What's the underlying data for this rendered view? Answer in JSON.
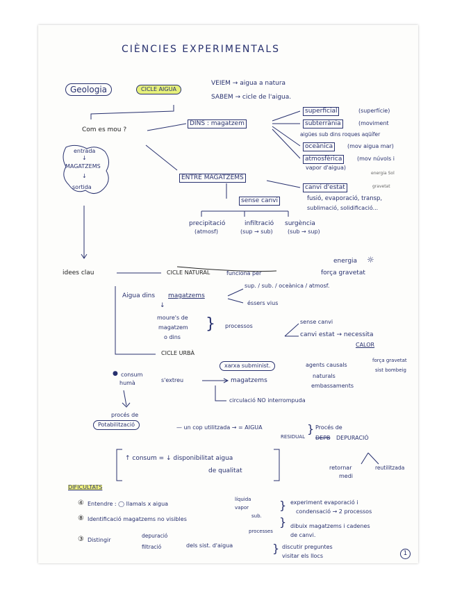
{
  "page": {
    "title": "CIÈNCIES EXPERIMENTALS",
    "geologia": "Geologia",
    "cicle_aigua": "CICLE AIGUA",
    "veiem": "VEIEM → aigua a natura",
    "sabem": "SABEM → cicle de l'aigua.",
    "com_es_mou": "Com es mou ?",
    "dins_magatzem": "DINS : magatzem",
    "superficial": "superficial",
    "superficial_note": "(superfície)",
    "subterrania": "subterrània",
    "subterrania_note": "(moviment",
    "subterrania_note2": "aigües sub dins roques aqüífer",
    "oceanica": "oceànica",
    "oceanica_note": "(mov aigua mar)",
    "atmosferica": "atmosfèrica",
    "atmosferica_note": "(mov núvols i",
    "atmosferica_note2": "vapor d'aigua)",
    "energia_sol_small": "energia Sol",
    "gravetat_small": "gravetat",
    "flow_items": [
      "entrada",
      "↓",
      "MAGATZEMS",
      "↓",
      "sortida"
    ],
    "entre_magatzems": "ENTRE MAGATZEMS",
    "canvi_estat": "canvi d'estat",
    "canvi_estat_list1": "fusió, evaporació, transp,",
    "canvi_estat_list2": "sublimació, solidificació...",
    "sense_canvi": "sense canvi",
    "precipitacio": "precipitació",
    "precipitacio_sub": "(atmosf)",
    "infiltracio": "infiltració",
    "infiltracio_sub": "(sup → sub)",
    "surgencia": "surgència",
    "surgencia_sub": "(sub → sup)",
    "idees_clau": "idees clau",
    "cicle_natural": "CICLE NATURAL",
    "funciona_per": "funciona per",
    "energia": "energia",
    "forca_gravetat": "força gravetat",
    "aigua_dins": "Aigua dins",
    "magatzems_u": "magatzems",
    "sup_list": "sup. / sub. / oceànica / atmosf.",
    "essers_vius": "éssers vius",
    "moure_de": "moure's de",
    "magatzem": "magatzem",
    "o_dins": "o dins",
    "processos": "processos",
    "sense_canvi2": "sense canvi",
    "canvi_estat2": "canvi estat → necessita",
    "calor": "CALOR",
    "cicle_urba": "CICLE URBÀ",
    "xarxa_subminist": "xarxa subminist.",
    "agents_causals": "agents causals",
    "forca_gravetat2": "força gravetat",
    "sist_bombeig": "sist bombeig",
    "consum_huma": "consum",
    "consum_huma2": "humà",
    "s_extreu": "s'extreu",
    "magatzems2": "magatzems",
    "naturals": "naturals",
    "embassaments": "embassaments",
    "circulacio": "circulació NO interrompuda",
    "proces_pot1": "procés de",
    "proces_pot2": "Potabilització",
    "un_cop": "— un cop utilitzada → = AIGUA",
    "residual": "RESIDUAL",
    "proces_de": "Procés de",
    "depb": "DEPB",
    "depuracio": "DEPURACIÓ",
    "consum_eq": "↑ consum  =  ↓ disponibilitat aigua",
    "de_qualitat": "de qualitat",
    "retornar": "retornar",
    "medi": "medi",
    "reutilitzada": "reutilitzada",
    "dificultats": "DIFICULTATS",
    "d1_num": "④",
    "d1_text": "Entendre : ◯ llamals x aigua",
    "d1_liquid": "líquida",
    "d1_vapor": "vapor",
    "d1_right1": "experiment evaporació i",
    "d1_right2": "condensació → 2 processos",
    "d2_num": "⑧",
    "d2_text": "Identificació magatzems no visibles",
    "d2_sub": "sub.",
    "d2_proc": "processes",
    "d2_right1": "dibuix magatzems i cadenes",
    "d2_right2": "de canvi.",
    "d3_num": "③",
    "d3_text": "Distingir",
    "d3_dep": "depuració",
    "d3_fil": "filtració",
    "d3_mid": "dels sist. d'aigua",
    "d3_right1": "discutir preguntes",
    "d3_right2": "visitar els llocs",
    "page_number": "1"
  },
  "colors": {
    "ink": "#27306e",
    "highlight": "#e6f07a"
  }
}
